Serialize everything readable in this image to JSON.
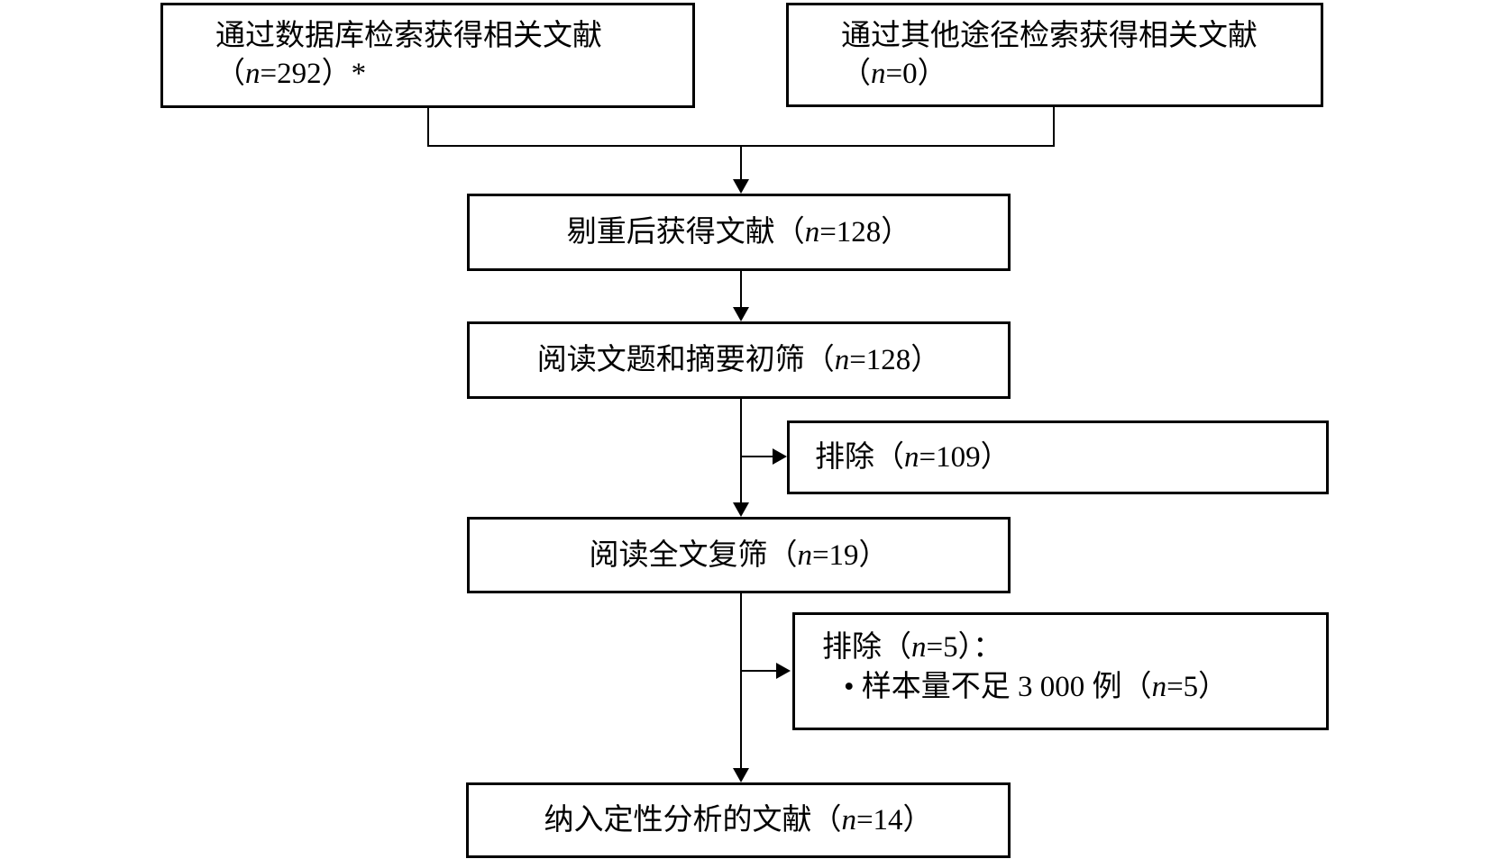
{
  "diagram": {
    "type": "prisma-literature-screening-flowchart",
    "background_color": "#ffffff",
    "line_color": "#000000",
    "boxes": {
      "database_search": {
        "lines": [
          [
            {
              "t": "通过数据库检索获得相关文献"
            }
          ],
          [
            {
              "t": "（"
            },
            {
              "t": "n",
              "i": true
            },
            {
              "t": "=292）*"
            }
          ]
        ]
      },
      "other_sources": {
        "lines": [
          [
            {
              "t": "通过其他途径检索获得相关文献"
            }
          ],
          [
            {
              "t": "（"
            },
            {
              "t": "n",
              "i": true
            },
            {
              "t": "=0）"
            }
          ]
        ]
      },
      "after_dedup": {
        "lines": [
          [
            {
              "t": "剔重后获得文献（"
            },
            {
              "t": "n",
              "i": true
            },
            {
              "t": "=128）"
            }
          ]
        ]
      },
      "title_abstract_screen": {
        "lines": [
          [
            {
              "t": "阅读文题和摘要初筛（"
            },
            {
              "t": "n",
              "i": true
            },
            {
              "t": "=128）"
            }
          ]
        ]
      },
      "excluded_initial": {
        "lines": [
          [
            {
              "t": "排除（"
            },
            {
              "t": "n",
              "i": true
            },
            {
              "t": "=109）"
            }
          ]
        ]
      },
      "fulltext_screen": {
        "lines": [
          [
            {
              "t": "阅读全文复筛（"
            },
            {
              "t": "n",
              "i": true
            },
            {
              "t": "=19）"
            }
          ]
        ]
      },
      "excluded_fulltext": {
        "lines": [
          [
            {
              "t": "排除（"
            },
            {
              "t": "n",
              "i": true
            },
            {
              "t": "=5）："
            }
          ],
          [
            {
              "t": "• 样本量不足 3 000 例（"
            },
            {
              "t": "n",
              "i": true
            },
            {
              "t": "=5）"
            }
          ]
        ]
      },
      "included_qualitative": {
        "lines": [
          [
            {
              "t": "纳入定性分析的文献（"
            },
            {
              "t": "n",
              "i": true
            },
            {
              "t": "=14）"
            }
          ]
        ]
      }
    }
  }
}
